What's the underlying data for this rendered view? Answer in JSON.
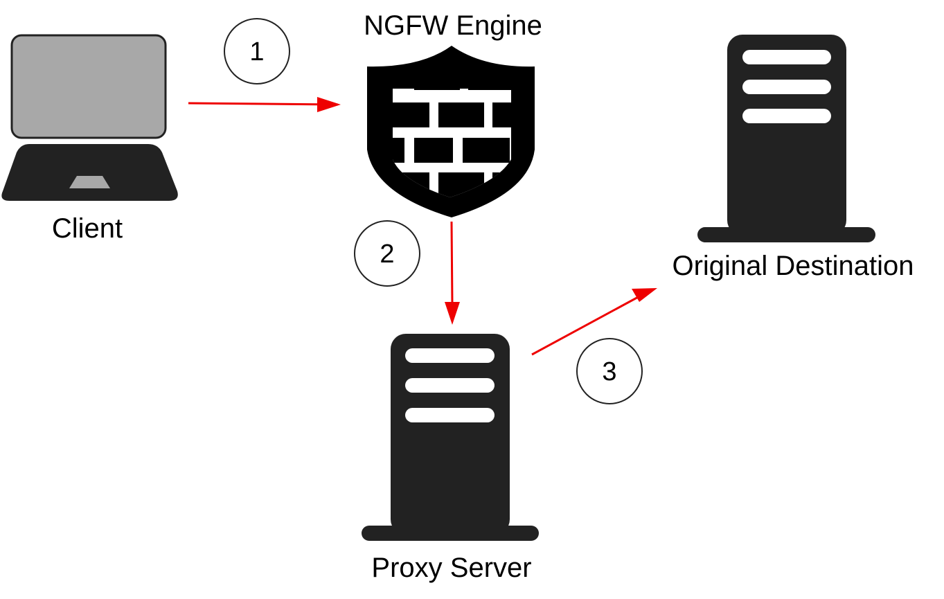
{
  "nodes": {
    "client": {
      "label": "Client",
      "icon": "laptop-icon"
    },
    "firewall": {
      "label": "NGFW Engine",
      "icon": "firewall-shield-icon"
    },
    "destination": {
      "label": "Original Destination",
      "icon": "server-icon"
    },
    "proxy": {
      "label": "Proxy Server",
      "icon": "server-icon"
    }
  },
  "steps": [
    "1",
    "2",
    "3"
  ],
  "colors": {
    "arrow": "#ee0000",
    "device": "#222222",
    "laptop_screen": "#a8a8a8",
    "background": "#ffffff"
  }
}
